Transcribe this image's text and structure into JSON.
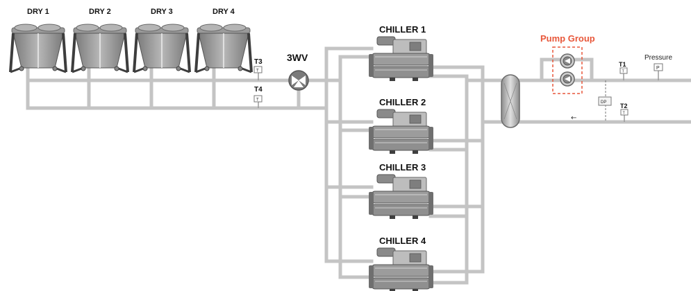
{
  "dry_coolers": [
    {
      "label": "DRY 1"
    },
    {
      "label": "DRY 2"
    },
    {
      "label": "DRY 3"
    },
    {
      "label": "DRY 4"
    }
  ],
  "chillers": [
    {
      "label": "CHILLER 1"
    },
    {
      "label": "CHILLER 2"
    },
    {
      "label": "CHILLER 3"
    },
    {
      "label": "CHILLER 4"
    }
  ],
  "valve": {
    "label": "3WV"
  },
  "pump_group": {
    "label": "Pump Group",
    "color": "#e8573a"
  },
  "sensors": {
    "t1": "T1",
    "t2": "T2",
    "t3": "T3",
    "t4": "T4",
    "pressure": "Pressure",
    "pressure_symbol": "P",
    "dp": "DP",
    "sensor_mark": "T"
  },
  "flow_arrow": "←",
  "colors": {
    "pipe": "#c4c4c4",
    "equipment_dark": "#6f6f6f",
    "equipment_mid": "#9a9a9a",
    "equipment_light": "#c9c9c9"
  }
}
